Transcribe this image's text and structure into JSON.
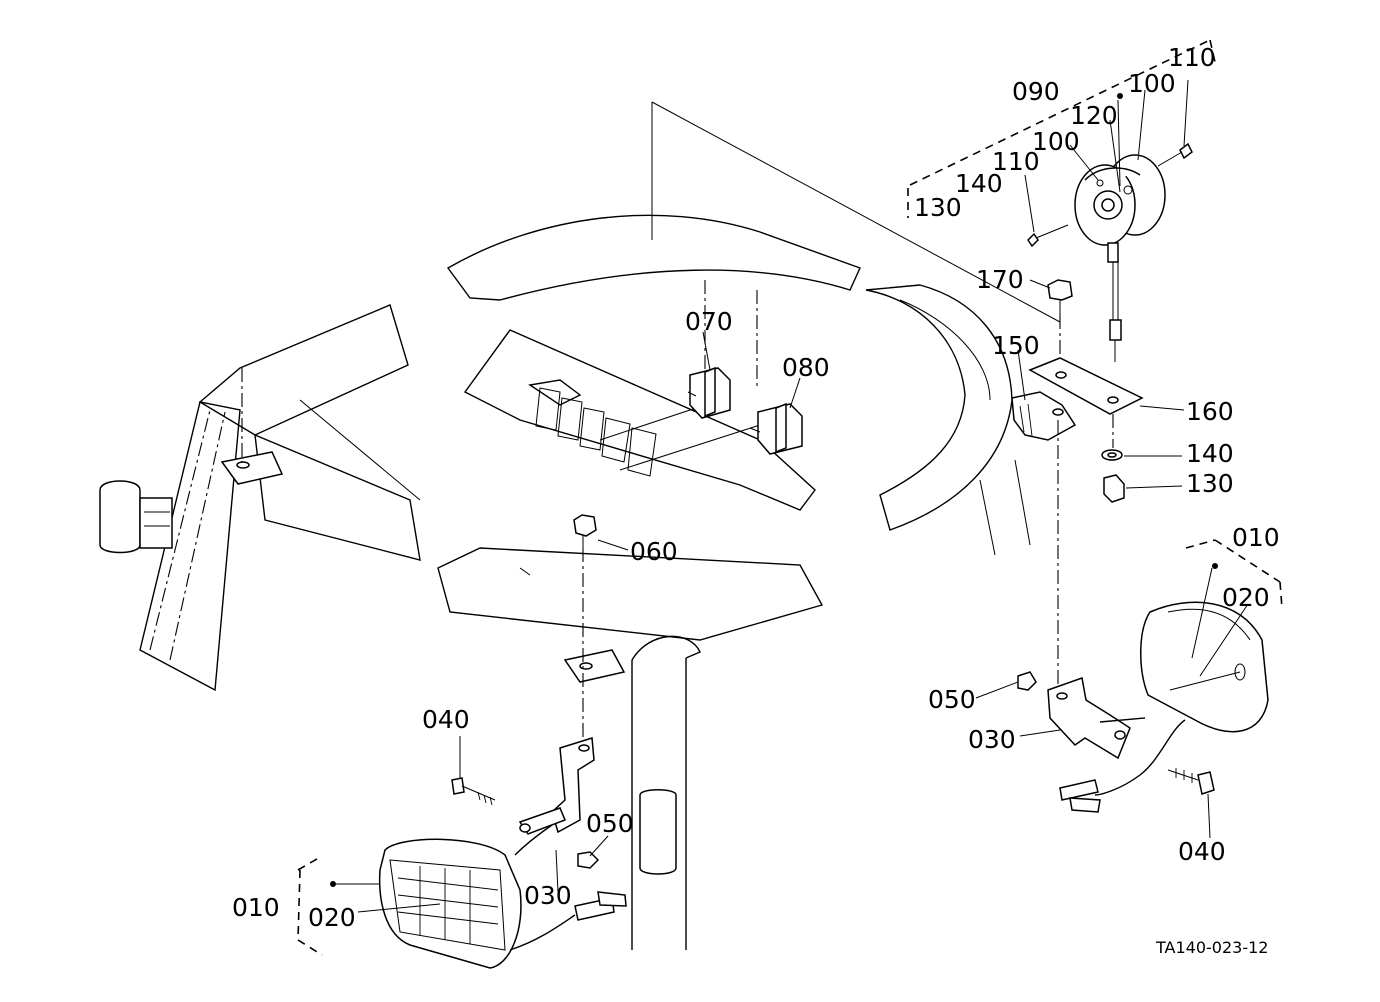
{
  "drawing_code": "TA140-023-12",
  "callouts": {
    "c010_left": "010",
    "c020_left": "020",
    "c030_left": "030",
    "c040_left": "040",
    "c050_left": "050",
    "c060": "060",
    "c070": "070",
    "c080": "080",
    "c090": "090",
    "c100_a": "100",
    "c100_b": "100",
    "c110_a": "110",
    "c110_b": "110",
    "c120": "120",
    "c130_top": "130",
    "c140_top": "140",
    "c150": "150",
    "c160": "160",
    "c140": "140",
    "c130": "130",
    "c170": "170",
    "c010_right": "010",
    "c020_right": "020",
    "c030_right": "030",
    "c040_right": "040",
    "c050_right": "050"
  }
}
